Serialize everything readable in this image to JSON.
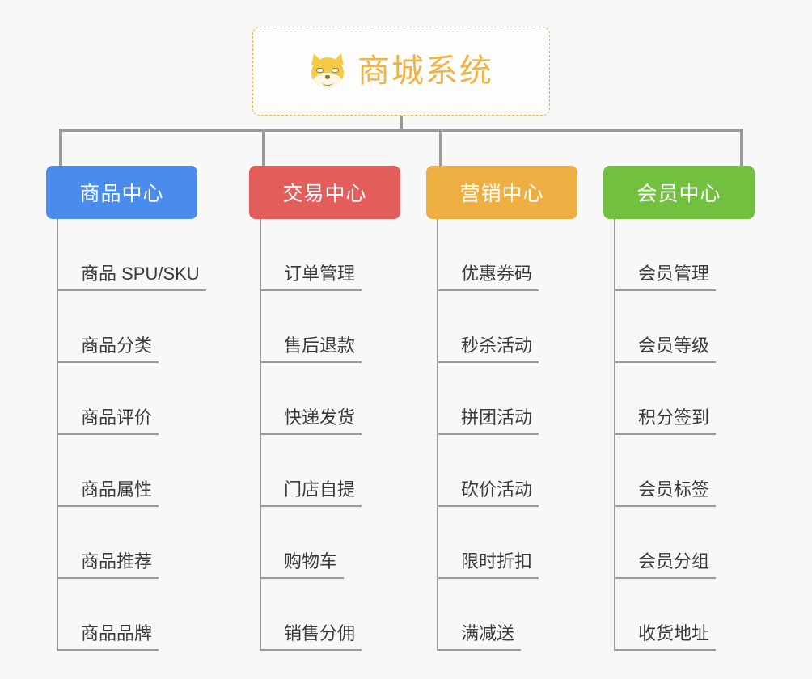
{
  "diagram": {
    "type": "mindmap",
    "background_color": "#f8f8f8",
    "connector_color": "#9a9a9a",
    "root": {
      "title": "商城系统",
      "icon": "shiba-dog-face",
      "text_color": "#eeb447",
      "border_color": "#e9b44c",
      "border_style": "dashed"
    },
    "branches": [
      {
        "title": "商品中心",
        "color": "#4a8cee",
        "items": [
          "商品 SPU/SKU",
          "商品分类",
          "商品评价",
          "商品属性",
          "商品推荐",
          "商品品牌"
        ]
      },
      {
        "title": "交易中心",
        "color": "#e35d5b",
        "items": [
          "订单管理",
          "售后退款",
          "快递发货",
          "门店自提",
          "购物车",
          "销售分佣"
        ]
      },
      {
        "title": "营销中心",
        "color": "#edaf41",
        "items": [
          "优惠券码",
          "秒杀活动",
          "拼团活动",
          "砍价活动",
          "限时折扣",
          "满减送"
        ]
      },
      {
        "title": "会员中心",
        "color": "#72c040",
        "items": [
          "会员管理",
          "会员等级",
          "积分签到",
          "会员标签",
          "会员分组",
          "收货地址"
        ]
      }
    ]
  }
}
